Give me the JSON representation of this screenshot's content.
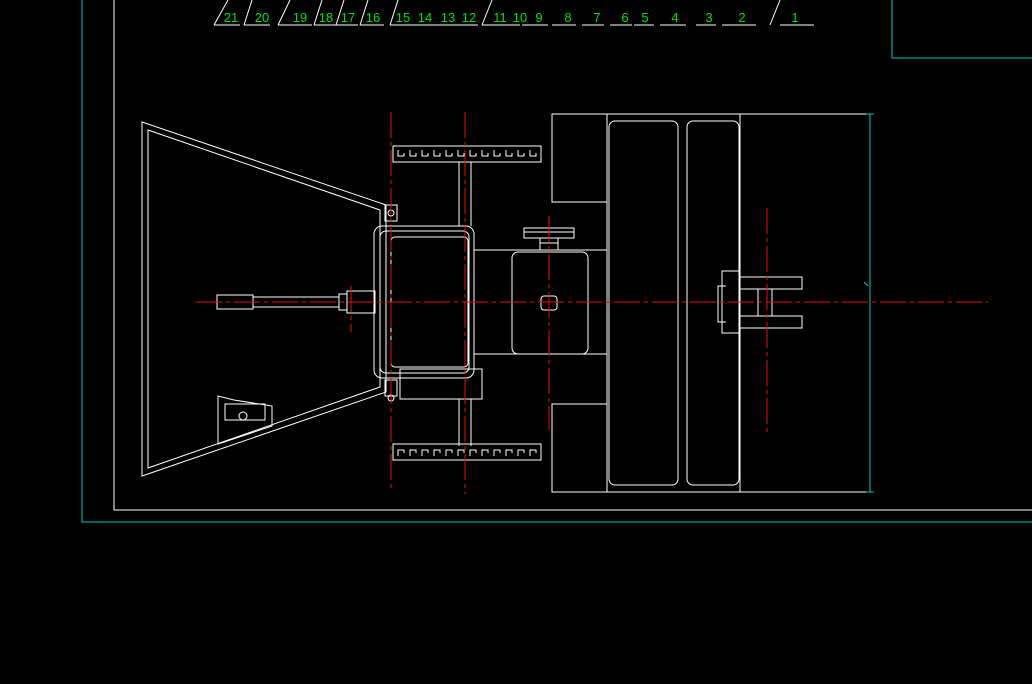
{
  "balloons": [
    "21",
    "20",
    "19",
    "18",
    "17",
    "16",
    "15",
    "14",
    "13",
    "12",
    "11",
    "10",
    "9",
    "8",
    "7",
    "6",
    "5",
    "4",
    "3",
    "2",
    "1"
  ],
  "colors": {
    "background": "#000000",
    "drawing_line": "#ffffff",
    "frame_line": "#00c8c8",
    "center_line": "#e01010",
    "balloon_text": "#00e000",
    "dimension_line": "#00c8c8"
  }
}
